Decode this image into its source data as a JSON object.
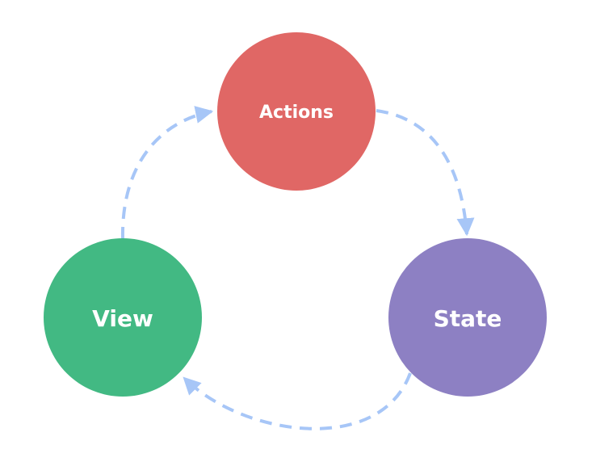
{
  "diagram": {
    "type": "cycle",
    "nodes": [
      {
        "id": "actions",
        "label": "Actions",
        "color": "#E06765"
      },
      {
        "id": "state",
        "label": "State",
        "color": "#8D80C3"
      },
      {
        "id": "view",
        "label": "View",
        "color": "#42B983"
      }
    ],
    "edges": [
      {
        "from": "view",
        "to": "actions",
        "style": "dashed"
      },
      {
        "from": "actions",
        "to": "state",
        "style": "dashed"
      },
      {
        "from": "state",
        "to": "view",
        "style": "dashed"
      }
    ],
    "arrow_color": "#A7C6F7"
  }
}
